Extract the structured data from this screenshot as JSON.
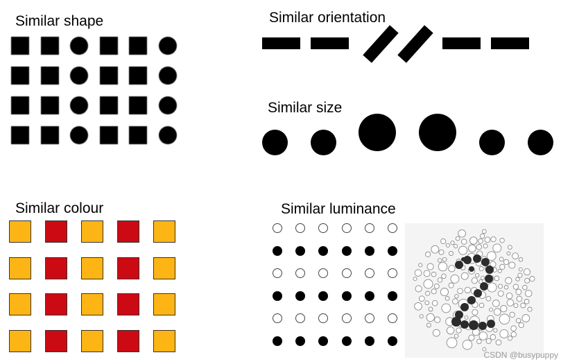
{
  "shape": {
    "label": "Similar shape",
    "grid": [
      [
        "square",
        "square",
        "circle",
        "square",
        "square",
        "circle"
      ],
      [
        "square",
        "square",
        "circle",
        "square",
        "square",
        "circle"
      ],
      [
        "square",
        "square",
        "circle",
        "square",
        "square",
        "circle"
      ],
      [
        "square",
        "square",
        "circle",
        "square",
        "square",
        "circle"
      ]
    ]
  },
  "orientation": {
    "label": "Similar orientation",
    "bars": [
      "horizontal",
      "horizontal",
      "diagonal",
      "diagonal",
      "horizontal",
      "horizontal"
    ]
  },
  "size": {
    "label": "Similar size",
    "dots": [
      "small",
      "small",
      "large",
      "large",
      "small",
      "small"
    ]
  },
  "colour": {
    "label": "Similar colour",
    "colors": {
      "orange": "#FDB515",
      "red": "#CC0A14"
    },
    "grid": [
      [
        "orange",
        "red",
        "orange",
        "red",
        "orange"
      ],
      [
        "orange",
        "red",
        "orange",
        "red",
        "orange"
      ],
      [
        "orange",
        "red",
        "orange",
        "red",
        "orange"
      ],
      [
        "orange",
        "red",
        "orange",
        "red",
        "orange"
      ]
    ]
  },
  "luminance": {
    "label": "Similar luminance",
    "rows": [
      "open",
      "filled",
      "open",
      "filled",
      "open",
      "filled"
    ],
    "plate_digit": "2"
  },
  "watermark": "CSDN @busypuppy"
}
